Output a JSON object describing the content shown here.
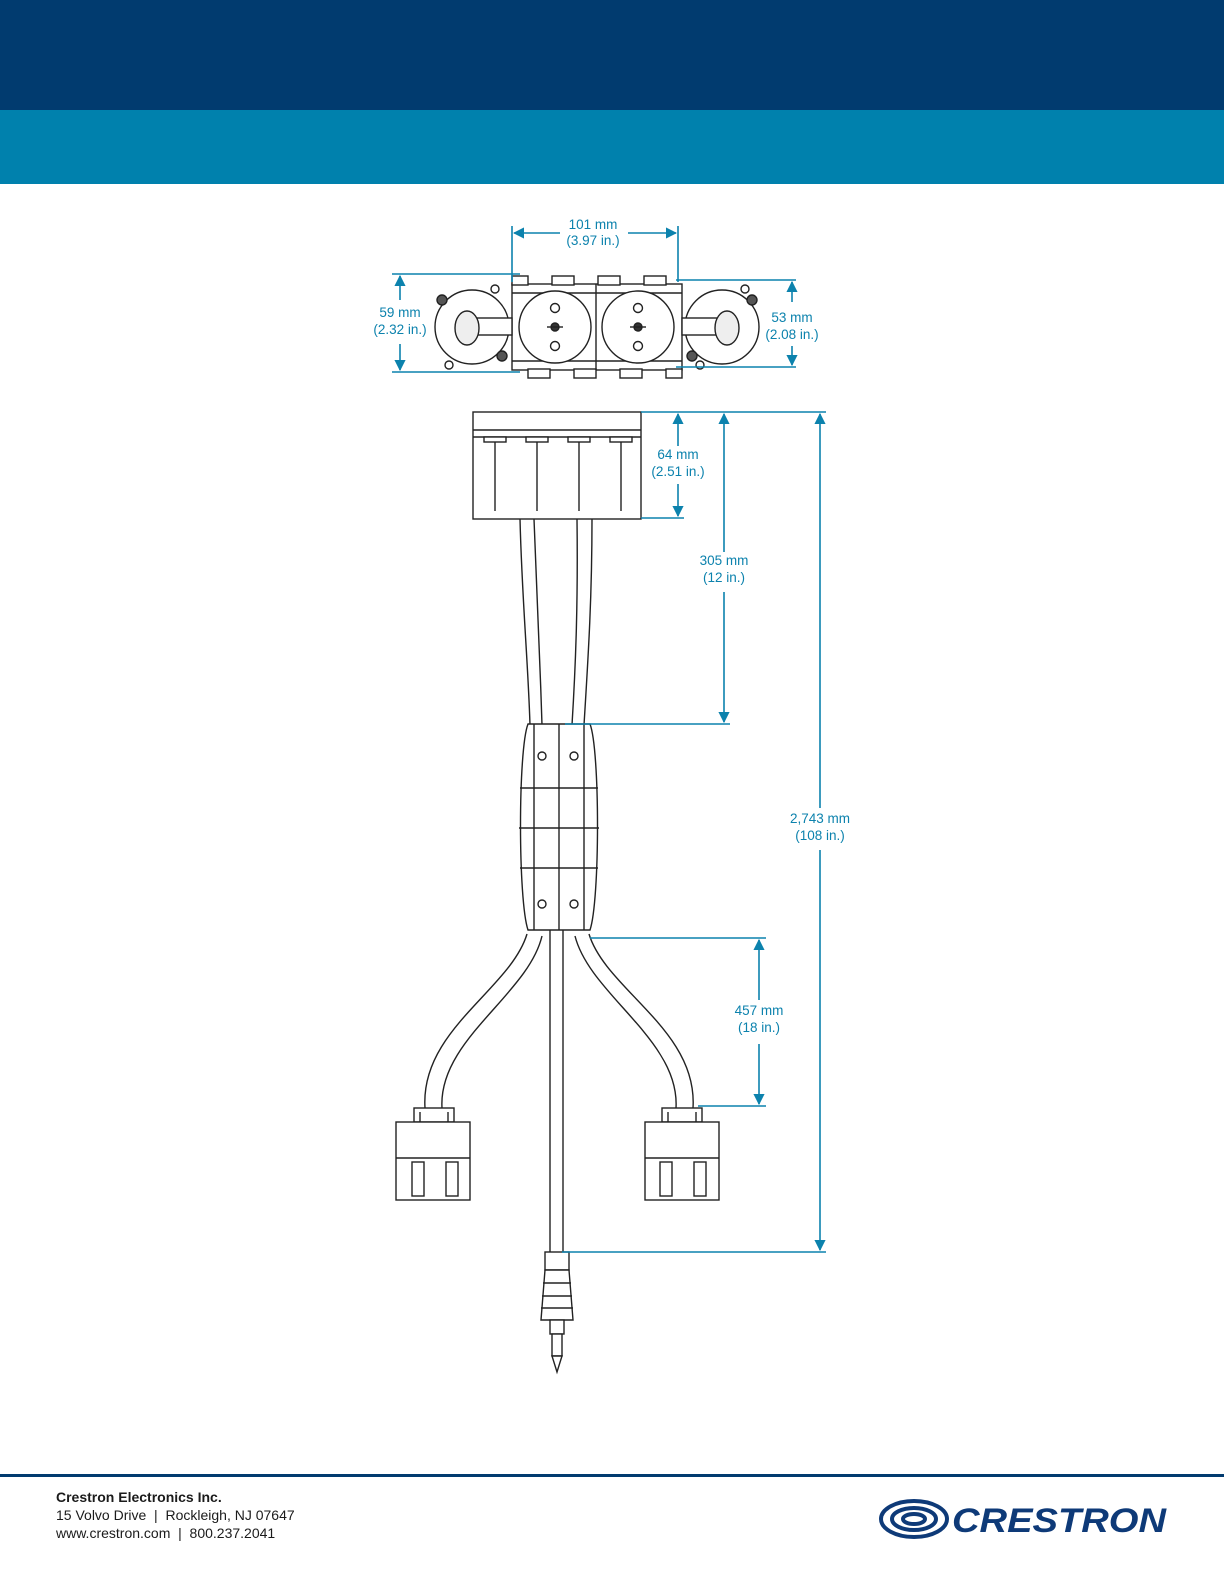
{
  "dimensions": {
    "width_top": {
      "mm": "101 mm",
      "in": "(3.97 in.)"
    },
    "height_left": {
      "mm": "59 mm",
      "in": "(2.32 in.)"
    },
    "height_right": {
      "mm": "53 mm",
      "in": "(2.08 in.)"
    },
    "box_height": {
      "mm": "64 mm",
      "in": "(2.51 in.)"
    },
    "upper_cable": {
      "mm": "305 mm",
      "in": "(12 in.)"
    },
    "total_length": {
      "mm": "2,743 mm",
      "in": "(108 in.)"
    },
    "branch_length": {
      "mm": "457 mm",
      "in": "(18 in.)"
    }
  },
  "footer": {
    "company": "Crestron Electronics Inc.",
    "address": "15 Volvo Drive  |  Rockleigh, NJ 07647",
    "contact": "www.crestron.com  |  800.237.2041"
  },
  "logo": {
    "text": "CRESTRON"
  },
  "colors": {
    "header_dark": "#013b6f",
    "header_light": "#0081ad",
    "dimension": "#0c82ad"
  }
}
